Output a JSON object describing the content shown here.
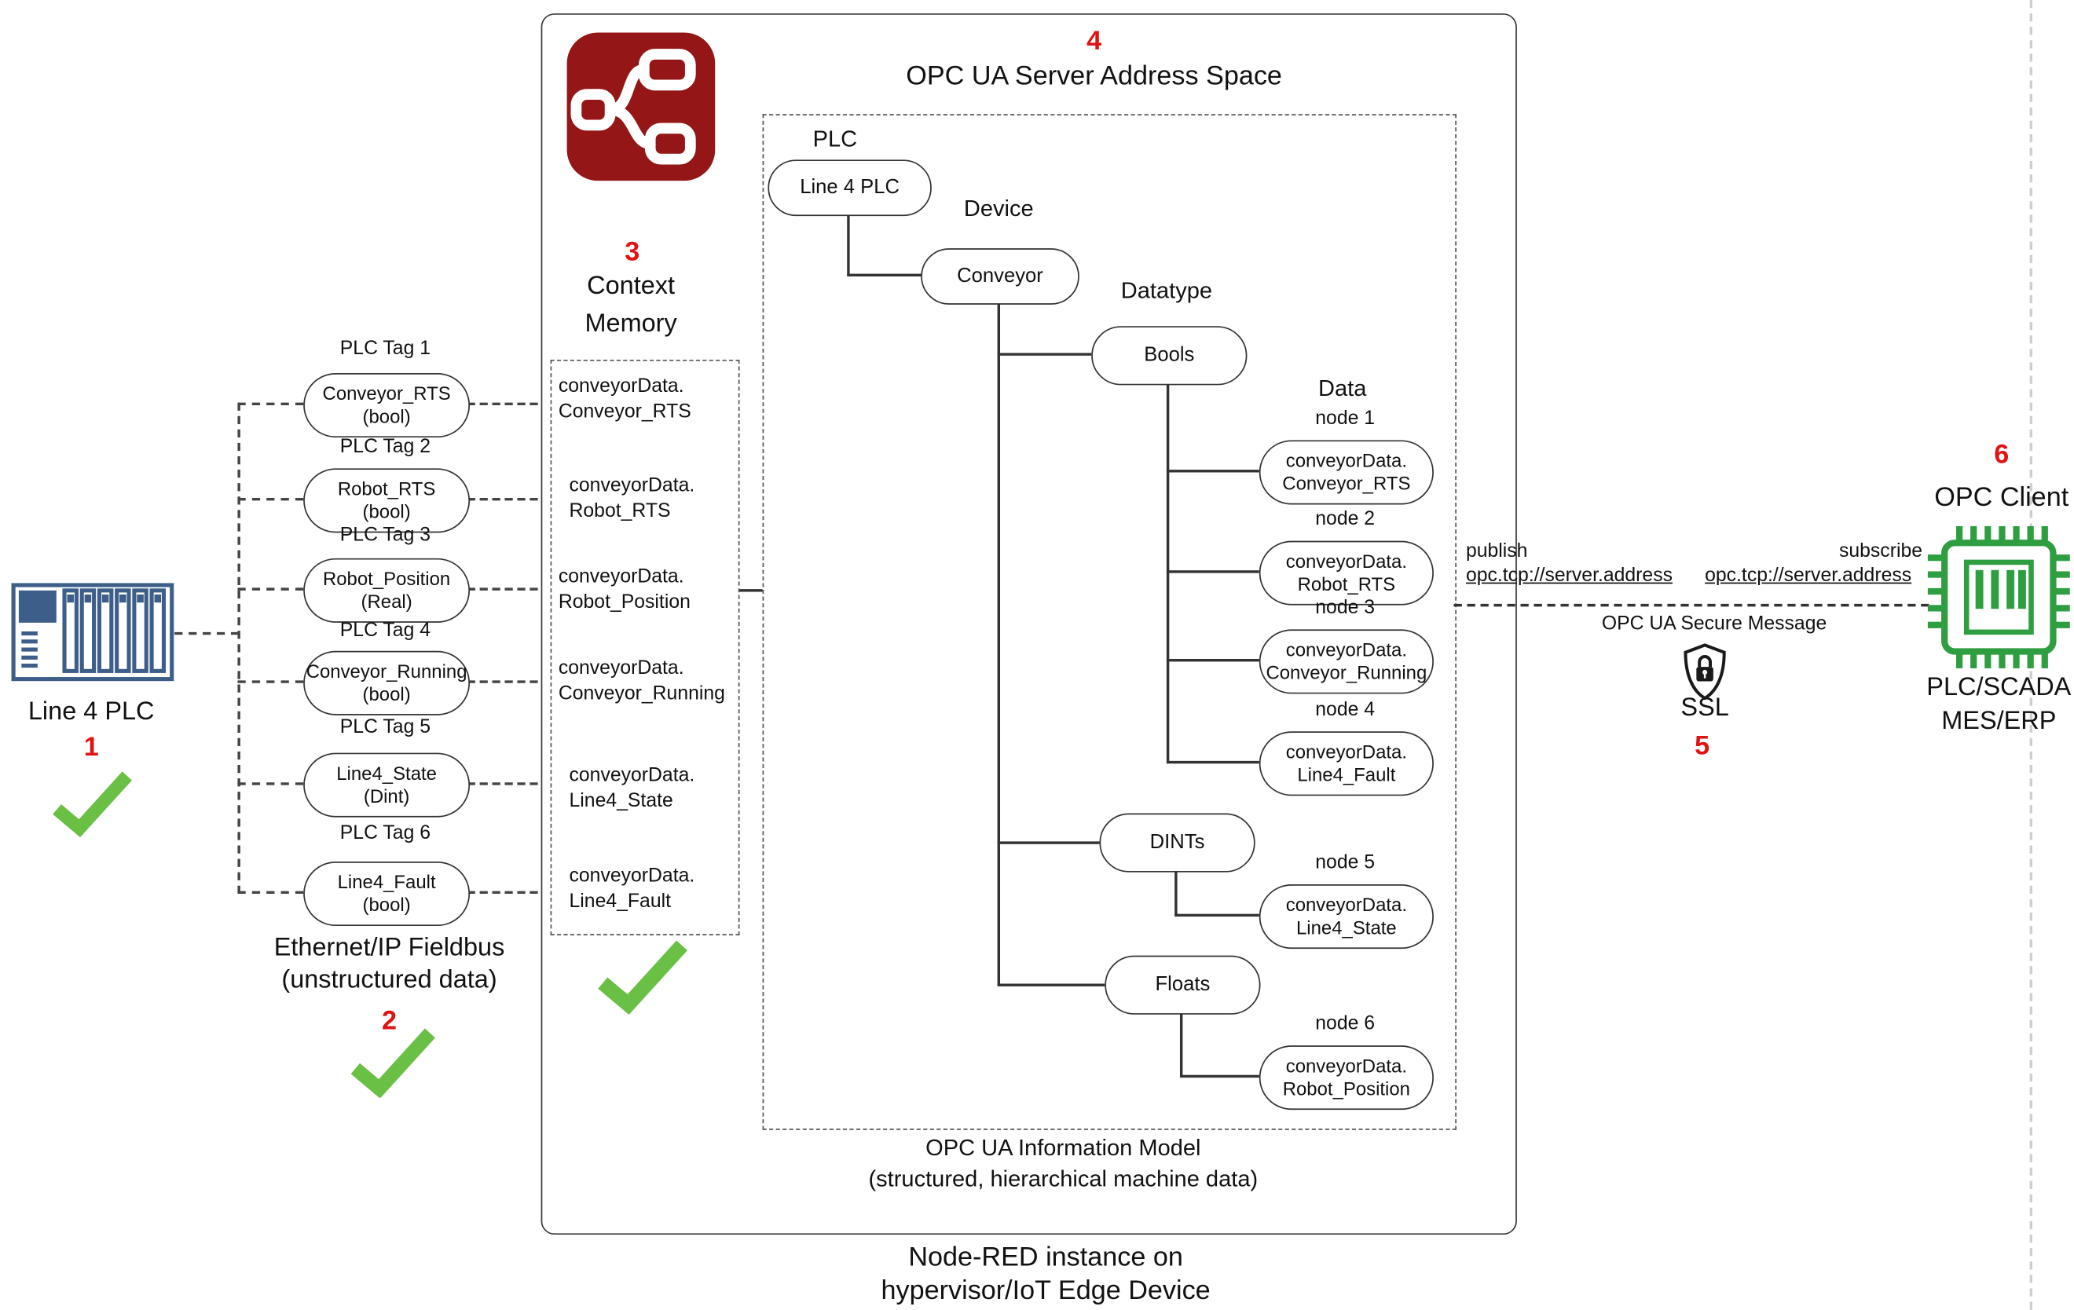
{
  "colors": {
    "accent_red": "#e11212",
    "check_green": "#6abf45",
    "node_red_brand": "#941616",
    "plc_blue": "#3c5e88",
    "chip_green": "#2f9e41"
  },
  "plc": {
    "label": "Line 4 PLC",
    "step": "1",
    "tags": [
      {
        "label": "PLC Tag 1",
        "name": "Conveyor_RTS",
        "type": "(bool)"
      },
      {
        "label": "PLC Tag 2",
        "name": "Robot_RTS",
        "type": "(bool)"
      },
      {
        "label": "PLC Tag 3",
        "name": "Robot_Position",
        "type": "(Real)"
      },
      {
        "label": "PLC Tag 4",
        "name": "Conveyor_Running",
        "type": "(bool)"
      },
      {
        "label": "PLC Tag 5",
        "name": "Line4_State",
        "type": "(Dint)"
      },
      {
        "label": "PLC Tag 6",
        "name": "Line4_Fault",
        "type": "(bool)"
      }
    ],
    "fieldbus": {
      "line1": "Ethernet/IP Fieldbus",
      "line2": "(unstructured data)",
      "step": "2"
    }
  },
  "node_red": {
    "caption_line1": "Node-RED instance on",
    "caption_line2": "hypervisor/IoT Edge Device",
    "context_memory": {
      "step": "3",
      "title_line1": "Context",
      "title_line2": "Memory",
      "entries": [
        {
          "line1": "conveyorData.",
          "line2": "Conveyor_RTS"
        },
        {
          "line1": "conveyorData.",
          "line2": "Robot_RTS"
        },
        {
          "line1": "conveyorData.",
          "line2": "Robot_Position"
        },
        {
          "line1": "conveyorData.",
          "line2": "Conveyor_Running"
        },
        {
          "line1": "conveyorData.",
          "line2": "Line4_State"
        },
        {
          "line1": "conveyorData.",
          "line2": "Line4_Fault"
        }
      ]
    }
  },
  "address_space": {
    "step": "4",
    "title": "OPC UA Server Address Space",
    "levels": {
      "plc": "PLC",
      "device": "Device",
      "datatype": "Datatype",
      "data": "Data"
    },
    "plc_node": "Line 4 PLC",
    "device_node": "Conveyor",
    "datatype_nodes": [
      "Bools",
      "DINTs",
      "Floats"
    ],
    "data_nodes": [
      {
        "label": "node 1",
        "line1": "conveyorData.",
        "line2": "Conveyor_RTS"
      },
      {
        "label": "node 2",
        "line1": "conveyorData.",
        "line2": "Robot_RTS"
      },
      {
        "label": "node 3",
        "line1": "conveyorData.",
        "line2": "Conveyor_Running"
      },
      {
        "label": "node 4",
        "line1": "conveyorData.",
        "line2": "Line4_Fault"
      },
      {
        "label": "node 5",
        "line1": "conveyorData.",
        "line2": "Line4_State"
      },
      {
        "label": "node 6",
        "line1": "conveyorData.",
        "line2": "Robot_Position"
      }
    ],
    "footer_line1": "OPC UA Information Model",
    "footer_line2": "(structured, hierarchical machine data)"
  },
  "link": {
    "publish": "publish",
    "publish_address": "opc.tcp://server.address",
    "subscribe": "subscribe",
    "subscribe_address": "opc.tcp://server.address",
    "secure": "OPC UA Secure Message",
    "ssl": "SSL",
    "step": "5"
  },
  "client": {
    "step": "6",
    "title": "OPC Client",
    "caption_line1": "PLC/SCADA",
    "caption_line2": "MES/ERP"
  }
}
